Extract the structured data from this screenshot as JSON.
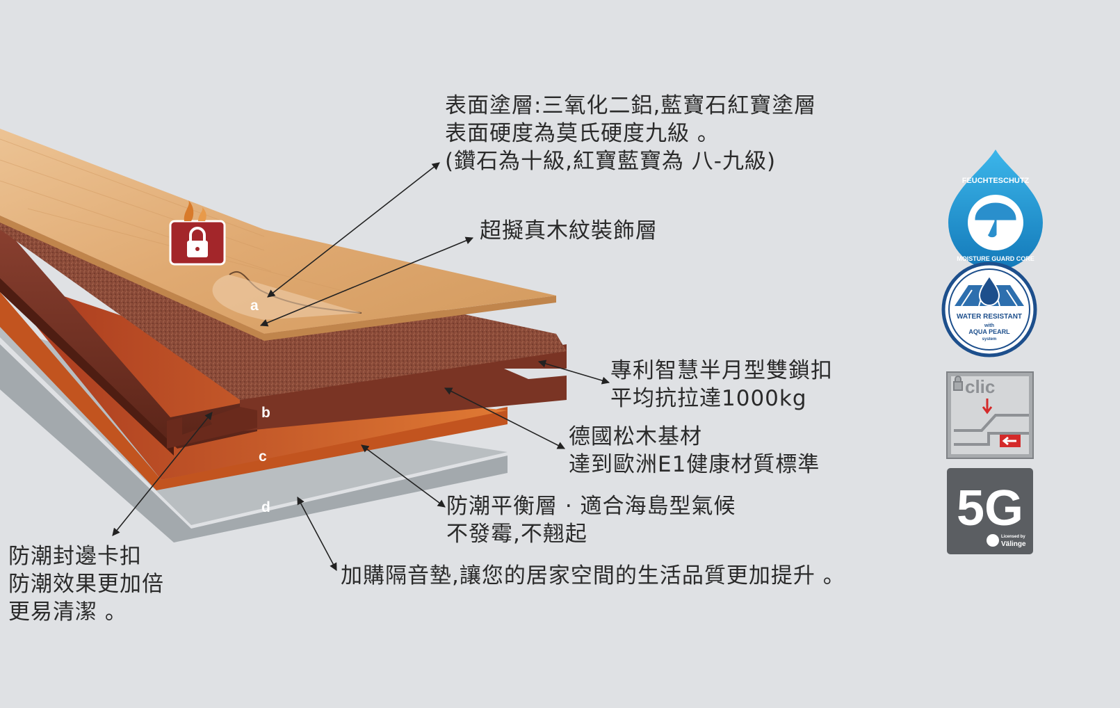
{
  "labels": {
    "coating": {
      "line1": "表面塗層:三氧化二鋁,藍寶石紅寶塗層",
      "line2": "表面硬度為莫氏硬度九級 。",
      "line3": "(鑽石為十級,紅寶藍寶為 八-九級)"
    },
    "decor": {
      "line1": "超擬真木紋裝飾層"
    },
    "lock": {
      "line1": "專利智慧半月型雙鎖扣",
      "line2": "平均抗拉達1000kg"
    },
    "core": {
      "line1": "德國松木基材",
      "line2": "達到歐洲E1健康材質標準"
    },
    "balance": {
      "line1": "防潮平衡層 · 適合海島型氣候",
      "line2": "不發霉,不翹起"
    },
    "underlay": {
      "line1": "加購隔音墊,讓您的居家空間的生活品質更加提升 。"
    },
    "edge": {
      "line1": "防潮封邊卡扣",
      "line2": "防潮效果更加倍",
      "line3": "更易清潔 。"
    }
  },
  "layer_letters": {
    "a": "a",
    "b": "b",
    "c": "c",
    "d": "d"
  },
  "badges": {
    "moisture": {
      "top": "FEUCHTESCHUTZ",
      "bottom": "MOISTURE GUARD CORE"
    },
    "water": {
      "line1": "WATER RESISTANT",
      "line2": "with",
      "line3": "AQUA PEARL",
      "line4": "system"
    },
    "clic": {
      "label": "clic"
    },
    "fiveg": {
      "label": "5G",
      "small1": "Licensed by",
      "small2": "Välinge"
    }
  },
  "colors": {
    "background": "#dfe1e4",
    "wood_top": "#e0ac74",
    "core": "#7a3a28",
    "balance": "#d86a2a",
    "underlay": "#aab0b3",
    "drop_blue": "#1e9cd7",
    "badge_gray": "#5b5e62"
  }
}
